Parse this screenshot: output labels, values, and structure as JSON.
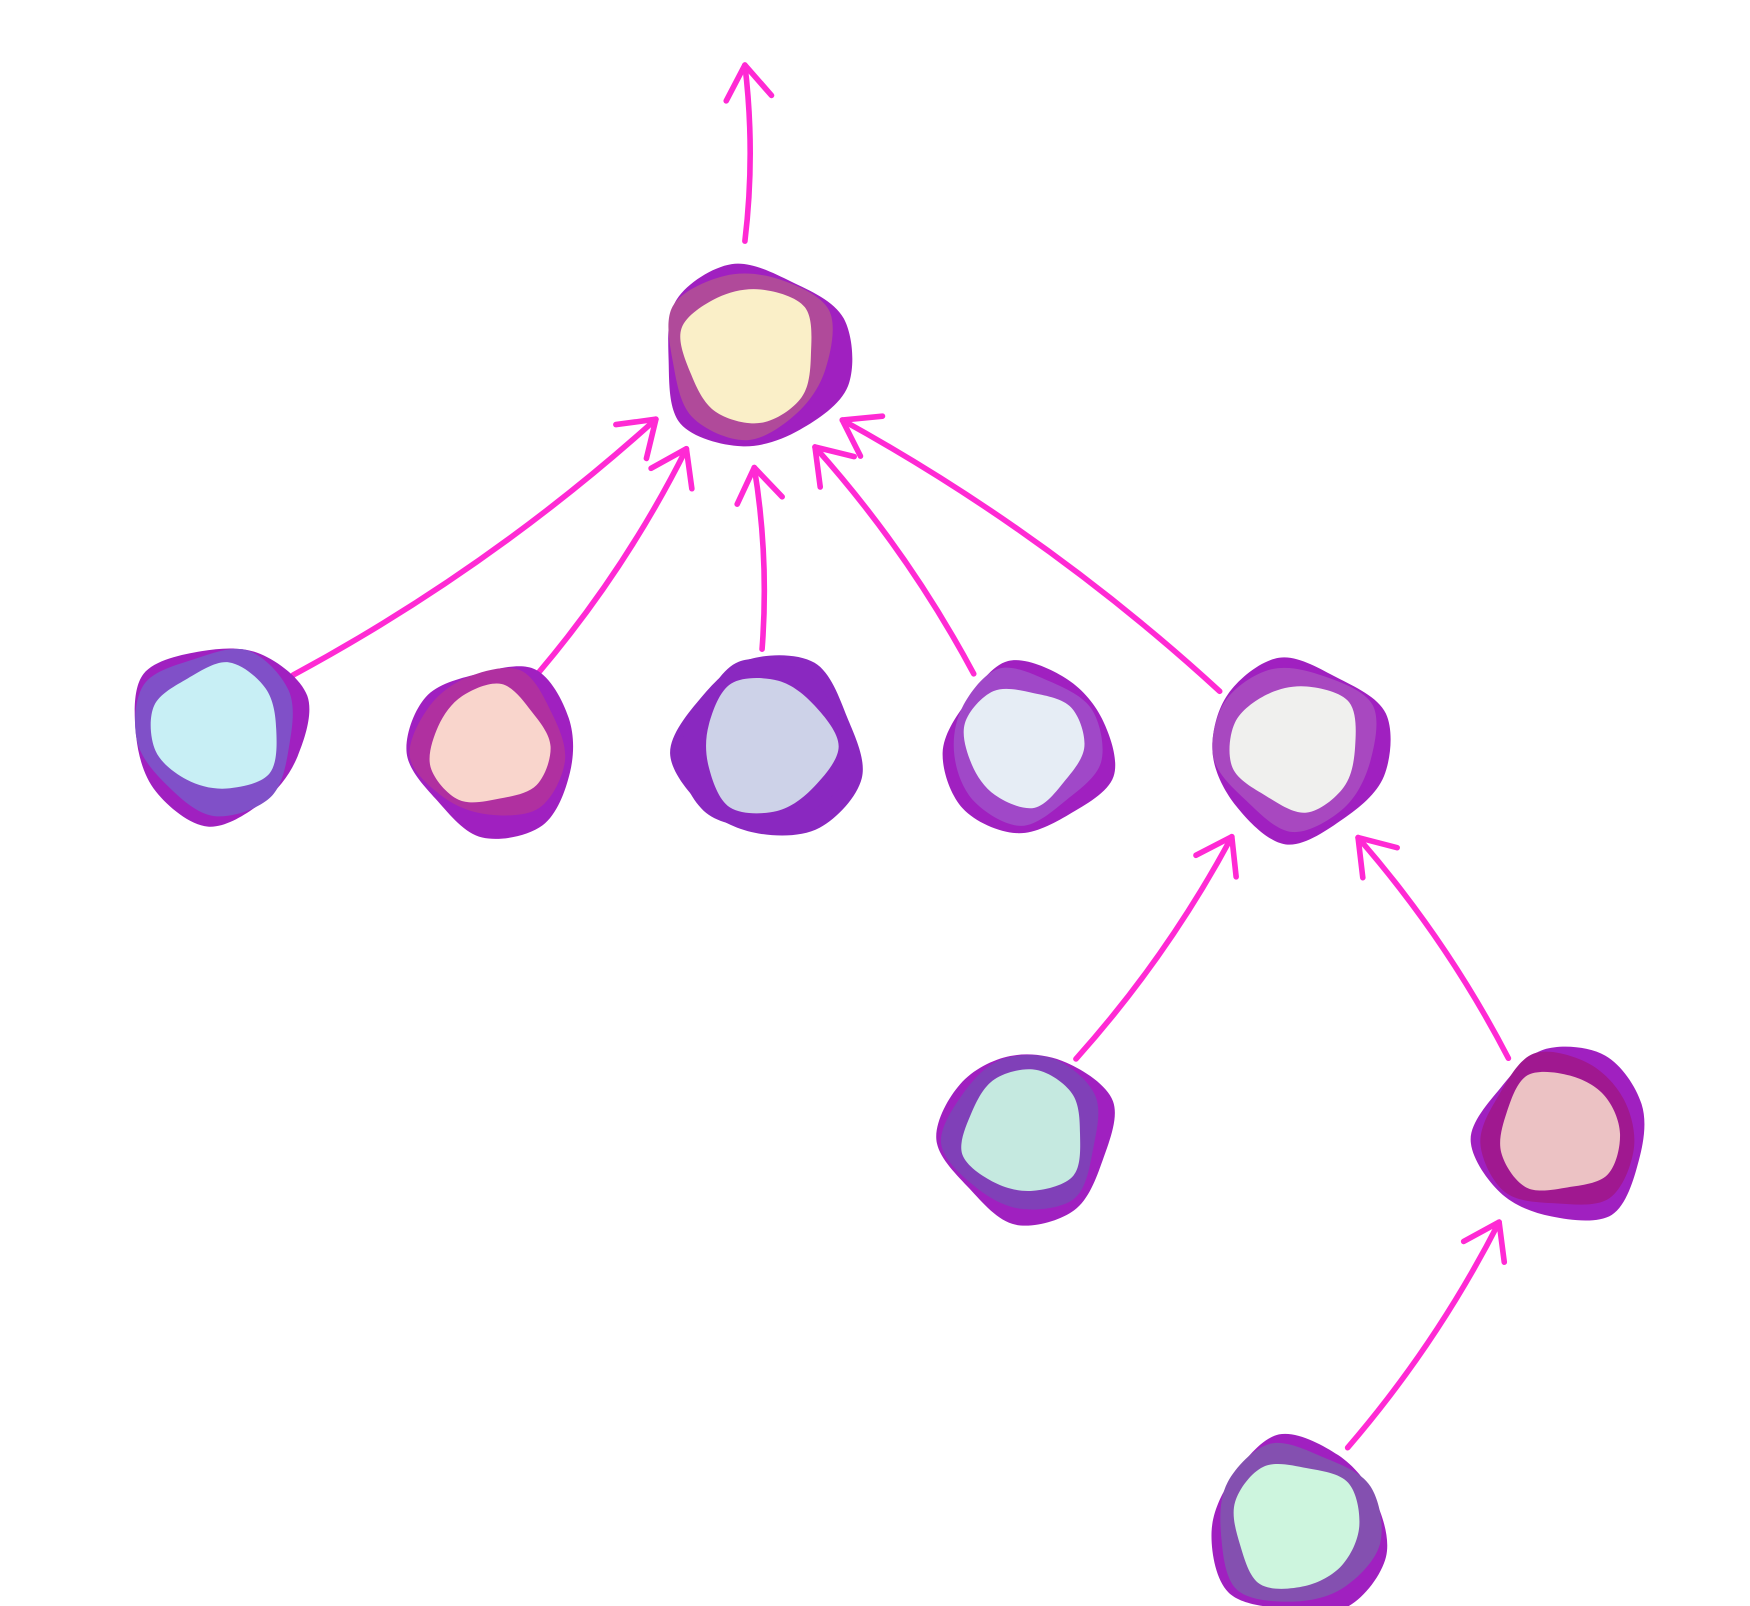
{
  "diagram": {
    "type": "tree",
    "edge_color": "#ff2ad4",
    "nodes": [
      {
        "id": "root",
        "fill": "#faefc8",
        "stroke": "#b04a9a",
        "outer": "#a020c0"
      },
      {
        "id": "child-1",
        "fill": "#c8eff5",
        "stroke": "#8050c8",
        "outer": "#a020c0"
      },
      {
        "id": "child-2",
        "fill": "#f9d5cc",
        "stroke": "#b030a0",
        "outer": "#a020c0"
      },
      {
        "id": "child-3",
        "fill": "#cdd2e8",
        "stroke": "#8a28c0",
        "outer": "#8a28c0"
      },
      {
        "id": "child-4",
        "fill": "#e6edf5",
        "stroke": "#a048c8",
        "outer": "#a020c0"
      },
      {
        "id": "child-5",
        "fill": "#f0f0ee",
        "stroke": "#a848c0",
        "outer": "#a020c0"
      },
      {
        "id": "grandchild-1",
        "fill": "#c5e9e0",
        "stroke": "#8040b8",
        "outer": "#a020c0"
      },
      {
        "id": "grandchild-2",
        "fill": "#ecc2c4",
        "stroke": "#a01890",
        "outer": "#a020c0"
      },
      {
        "id": "great-grandchild-1",
        "fill": "#cdf5de",
        "stroke": "#8450b0",
        "outer": "#a020c0"
      }
    ],
    "edges": [
      {
        "from": "child-1",
        "to": "root"
      },
      {
        "from": "child-2",
        "to": "root"
      },
      {
        "from": "child-3",
        "to": "root"
      },
      {
        "from": "child-4",
        "to": "root"
      },
      {
        "from": "child-5",
        "to": "root"
      },
      {
        "from": "grandchild-1",
        "to": "child-5"
      },
      {
        "from": "grandchild-2",
        "to": "child-5"
      },
      {
        "from": "great-grandchild-1",
        "to": "grandchild-2"
      }
    ],
    "root_output_arrow": true
  }
}
